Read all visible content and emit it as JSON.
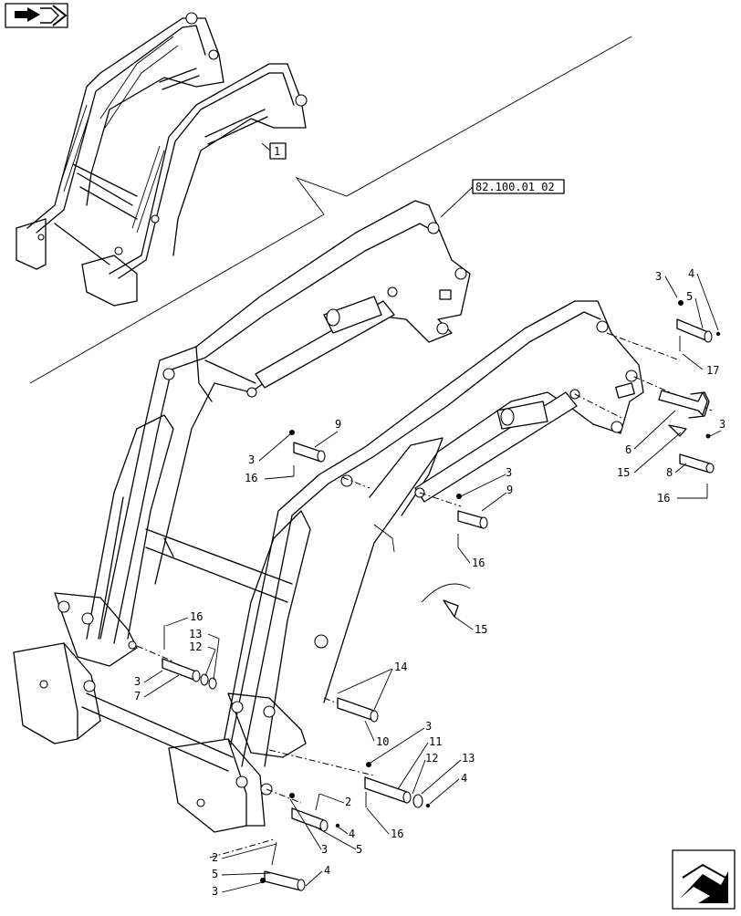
{
  "nav": {
    "icon": "back-arrow-icon"
  },
  "overview": {
    "callout": "1"
  },
  "reference": {
    "code": "82.100.01 02"
  },
  "callouts": {
    "c3_a": "3",
    "c4_a": "4",
    "c5_a": "5",
    "c17": "17",
    "c6": "6",
    "c15_a": "15",
    "c8": "8",
    "c3_b": "3",
    "c16_a": "16",
    "c9_a": "9",
    "c3_c": "3",
    "c16_b": "16",
    "c3_d": "3",
    "c9_b": "9",
    "c16_c": "16",
    "c15_b": "15",
    "c16_d": "16",
    "c13_a": "13",
    "c12_a": "12",
    "c3_e": "3",
    "c7": "7",
    "c14": "14",
    "c10": "10",
    "c3_f": "3",
    "c11": "11",
    "c12_b": "12",
    "c13_b": "13",
    "c4_b": "4",
    "c16_e": "16",
    "c2_a": "2",
    "c4_c": "4",
    "c3_g": "3",
    "c5_b": "5",
    "c2_b": "2",
    "c5_c": "5",
    "c3_h": "3",
    "c4_d": "4"
  },
  "corner": {
    "icon": "next-page-arrow-icon"
  }
}
